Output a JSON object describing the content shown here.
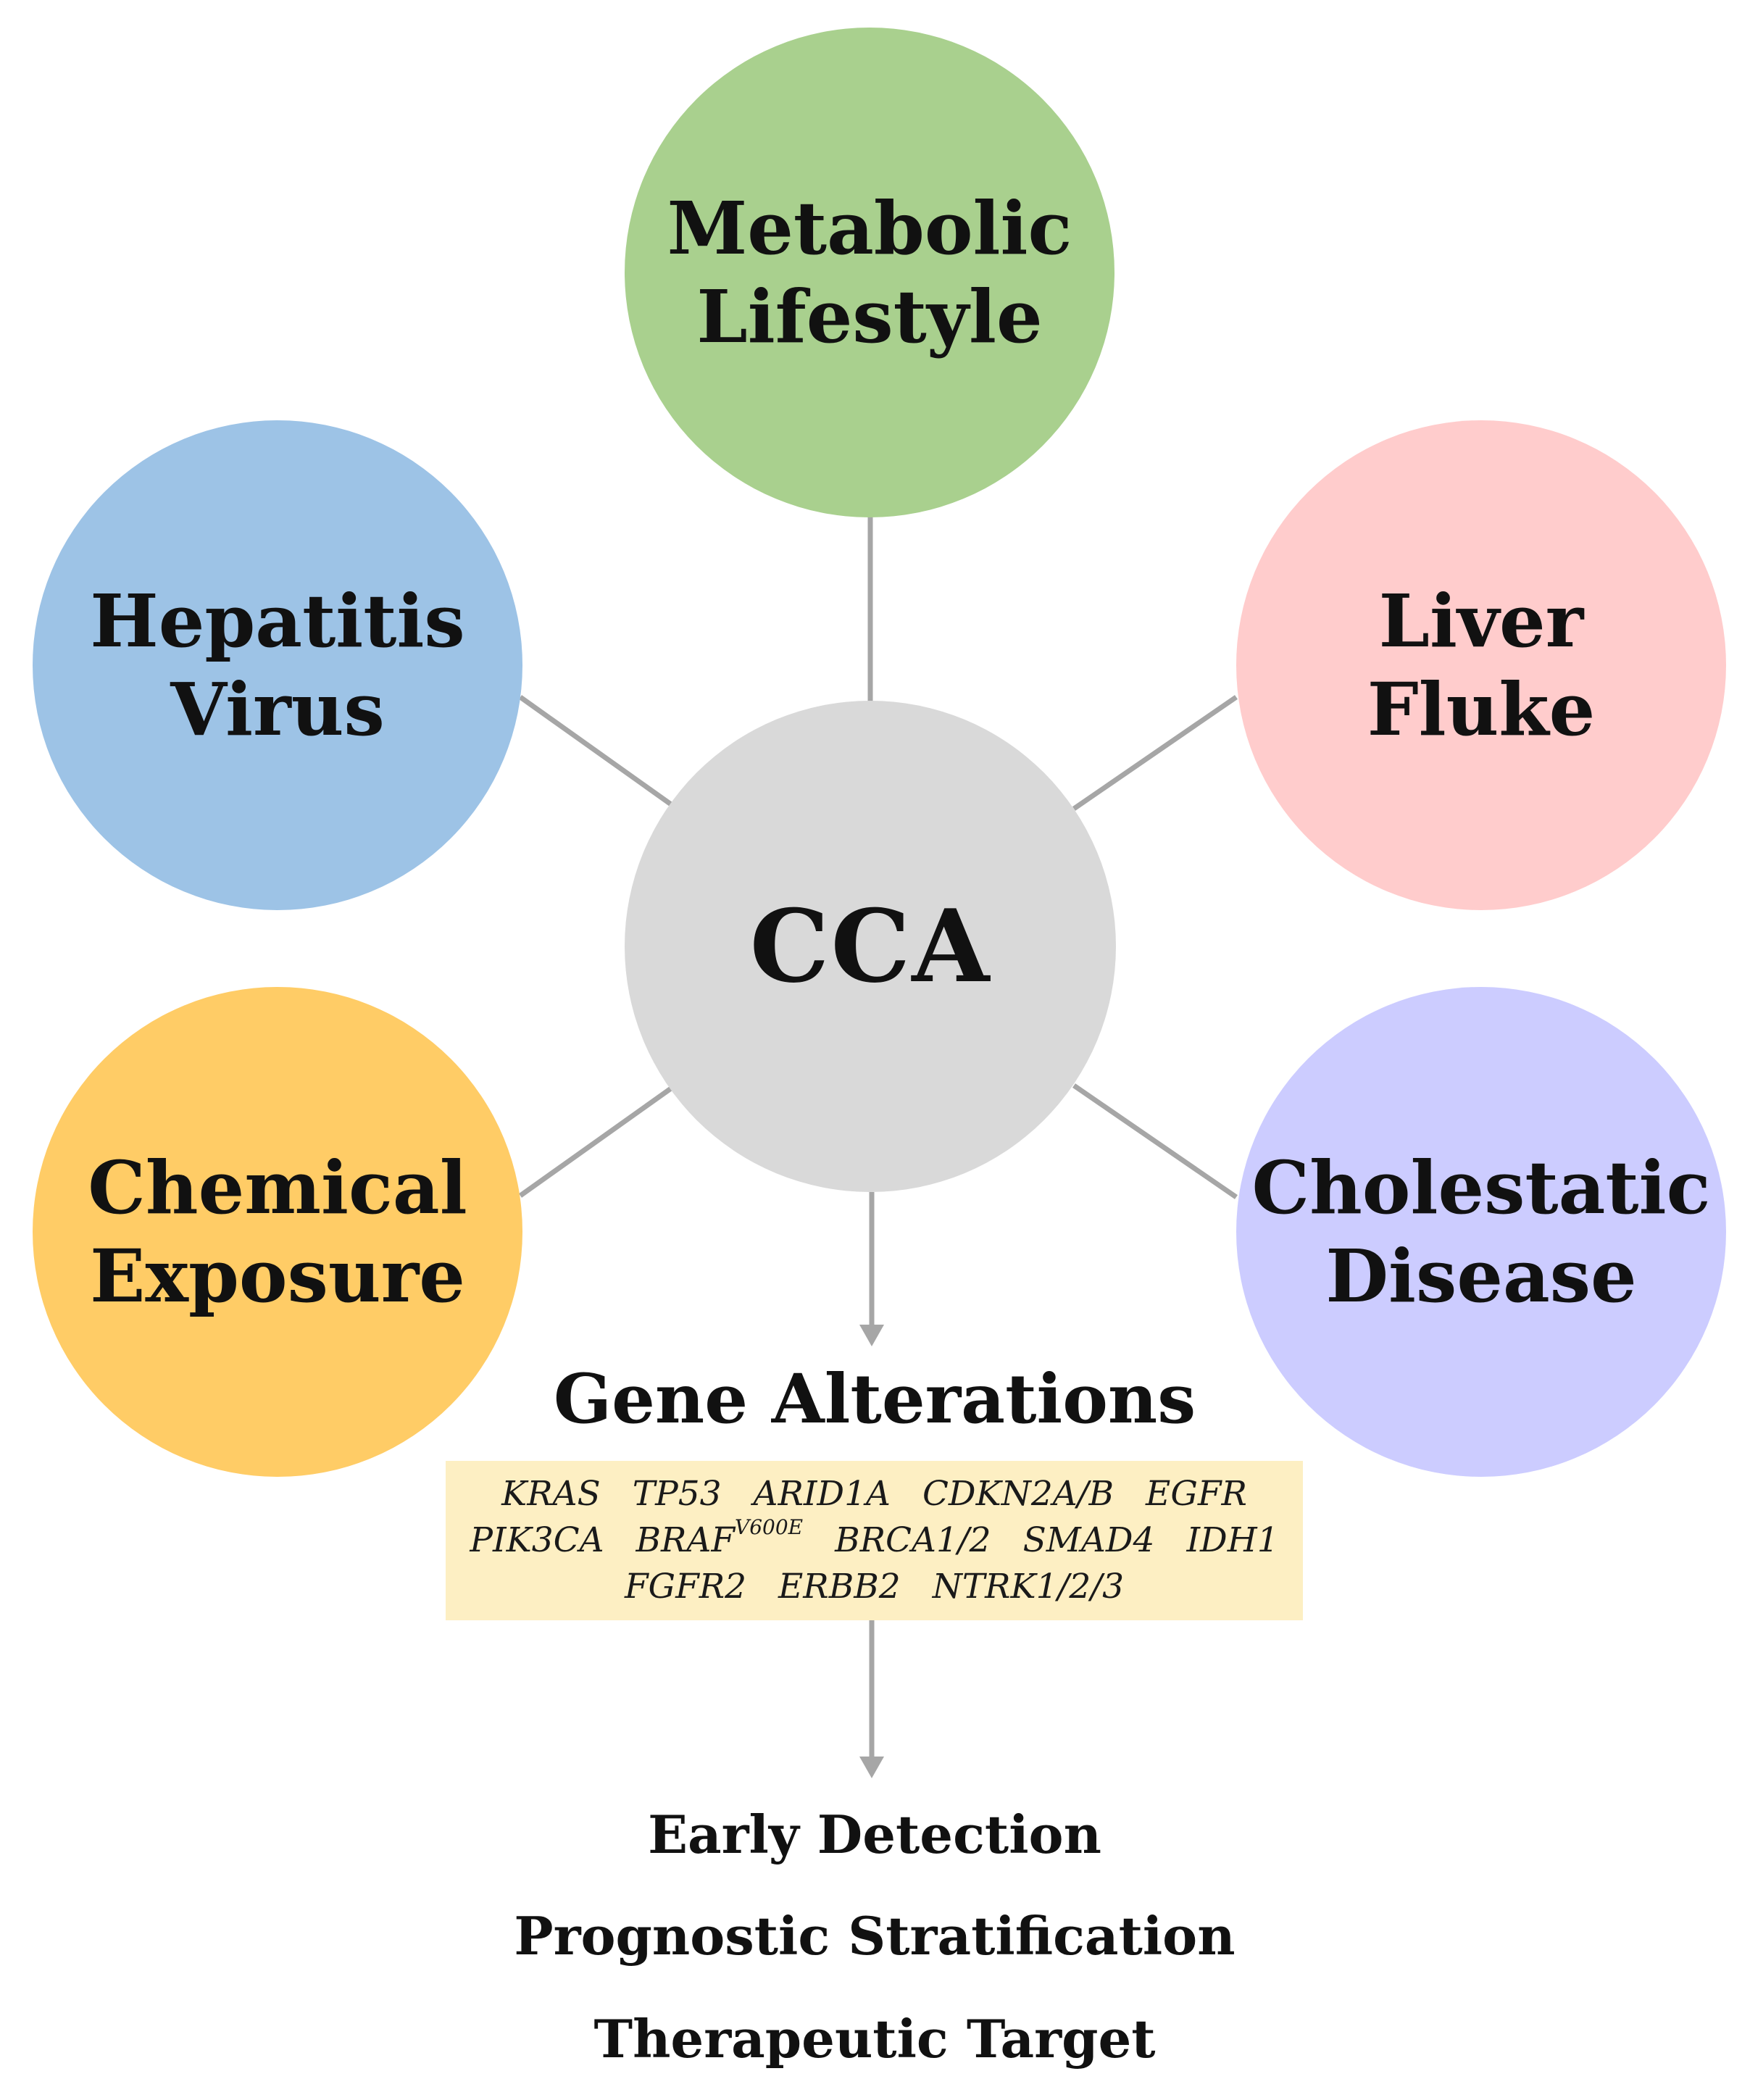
{
  "colors": {
    "metabolic": "#a9d08e",
    "hepatitis": "#9dc3e6",
    "liver": "#ffcccc",
    "chemical": "#ffcc66",
    "cholestatic": "#ccccff",
    "center": "#d9d9d9",
    "connector": "#a6a6a6",
    "gene_box": "#fdefc3"
  },
  "center": {
    "label": "CCA"
  },
  "factors": [
    {
      "id": "metabolic",
      "lines": [
        "Metabolic",
        "Lifestyle"
      ]
    },
    {
      "id": "hepatitis",
      "lines": [
        "Hepatitis",
        "Virus"
      ]
    },
    {
      "id": "liver",
      "lines": [
        "Liver",
        "Fluke"
      ]
    },
    {
      "id": "chemical",
      "lines": [
        "Chemical",
        "Exposure"
      ]
    },
    {
      "id": "cholestatic",
      "lines": [
        "Cholestatic",
        "Disease"
      ]
    }
  ],
  "gene_alterations": {
    "title": "Gene Alterations",
    "rows": [
      [
        "KRAS",
        "TP53",
        "ARID1A",
        "CDKN2A/B",
        "EGFR"
      ],
      [
        "PIK3CA",
        "BRAF",
        "BRCA1/2",
        "SMAD4",
        "IDH1"
      ],
      [
        "FGFR2",
        "ERBB2",
        "NTRK1/2/3"
      ]
    ],
    "braf_superscript": "V600E"
  },
  "outcomes": [
    "Early Detection",
    "Prognostic Stratification",
    "Therapeutic Target"
  ]
}
